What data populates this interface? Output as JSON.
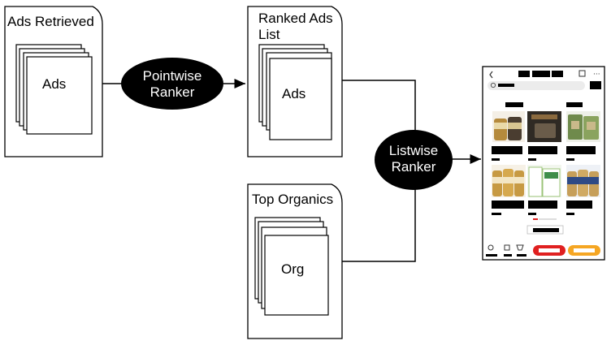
{
  "nodes": {
    "ads_retrieved": {
      "title": "Ads Retrieved",
      "inner": "Ads"
    },
    "ranked_ads": {
      "title": "Ranked Ads\nList",
      "inner": "Ads"
    },
    "top_organics": {
      "title": "Top Organics",
      "inner": "Org"
    },
    "pointwise": {
      "label": "Pointwise\nRanker"
    },
    "listwise": {
      "label": "Listwise\nRanker"
    }
  },
  "phone": {
    "screen": "shopping-feed",
    "bottom_buttons": [
      "#e02020",
      "#f5a623"
    ]
  },
  "colors": {
    "ink": "#000000",
    "paper": "#ffffff"
  }
}
